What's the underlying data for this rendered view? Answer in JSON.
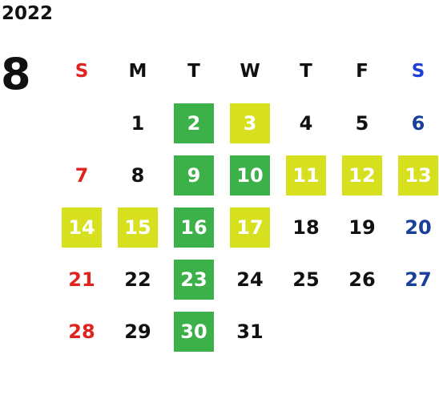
{
  "header": {
    "year": "2022",
    "month": "8"
  },
  "colors": {
    "text": "#111111",
    "sunday": "#e0231f",
    "saturday": "#1a3f99",
    "saturday_header": "#1f3fd8",
    "green": "#3cb14a",
    "yellow": "#d6e01e",
    "highlight_text": "#ffffff"
  },
  "weekdays": [
    {
      "label": "S",
      "type": "sun"
    },
    {
      "label": "M",
      "type": "weekday"
    },
    {
      "label": "T",
      "type": "weekday"
    },
    {
      "label": "W",
      "type": "weekday"
    },
    {
      "label": "T",
      "type": "weekday"
    },
    {
      "label": "F",
      "type": "weekday"
    },
    {
      "label": "S",
      "type": "sat"
    }
  ],
  "first_weekday_offset": 1,
  "days": [
    {
      "day": "1",
      "highlight": null
    },
    {
      "day": "2",
      "highlight": "green"
    },
    {
      "day": "3",
      "highlight": "yellow"
    },
    {
      "day": "4",
      "highlight": null
    },
    {
      "day": "5",
      "highlight": null
    },
    {
      "day": "6",
      "highlight": null
    },
    {
      "day": "7",
      "highlight": null
    },
    {
      "day": "8",
      "highlight": null
    },
    {
      "day": "9",
      "highlight": "green"
    },
    {
      "day": "10",
      "highlight": "green"
    },
    {
      "day": "11",
      "highlight": "yellow"
    },
    {
      "day": "12",
      "highlight": "yellow"
    },
    {
      "day": "13",
      "highlight": "yellow"
    },
    {
      "day": "14",
      "highlight": "yellow"
    },
    {
      "day": "15",
      "highlight": "yellow"
    },
    {
      "day": "16",
      "highlight": "green"
    },
    {
      "day": "17",
      "highlight": "yellow"
    },
    {
      "day": "18",
      "highlight": null
    },
    {
      "day": "19",
      "highlight": null
    },
    {
      "day": "20",
      "highlight": null
    },
    {
      "day": "21",
      "highlight": null
    },
    {
      "day": "22",
      "highlight": null
    },
    {
      "day": "23",
      "highlight": "green"
    },
    {
      "day": "24",
      "highlight": null
    },
    {
      "day": "25",
      "highlight": null
    },
    {
      "day": "26",
      "highlight": null
    },
    {
      "day": "27",
      "highlight": null
    },
    {
      "day": "28",
      "highlight": null
    },
    {
      "day": "29",
      "highlight": null
    },
    {
      "day": "30",
      "highlight": "green"
    },
    {
      "day": "31",
      "highlight": null
    }
  ]
}
